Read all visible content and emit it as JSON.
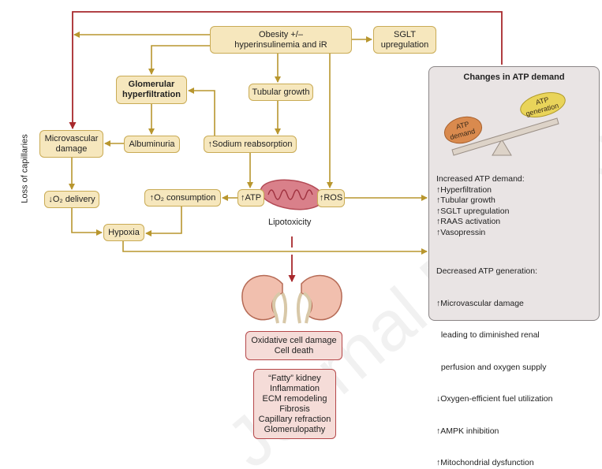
{
  "watermark": "Journal Pre-proof",
  "colors": {
    "arrow": "#b8962e",
    "red_arrow": "#a8282c",
    "box_fill": "#f6e7bd",
    "box_border": "#c9ab55",
    "pink_fill": "#f5dcd8",
    "pink_border": "#b5484a",
    "panel_fill": "#e9e4e4"
  },
  "nodes": {
    "obesity": [
      "Obesity +/–",
      "hyperinsulinemia and iR"
    ],
    "sglt": [
      "SGLT",
      "upregulation"
    ],
    "glomerular": [
      "Glomerular",
      "hyperfiltration"
    ],
    "tubular": "Tubular growth",
    "sodium": "↑Sodium reabsorption",
    "albuminuria": "Albuminuria",
    "microvascular": [
      "Microvascular",
      "damage"
    ],
    "o2_delivery": "↓O₂ delivery",
    "o2_consumption": "↑O₂ consumption",
    "atp": "↑ATP",
    "ros": "↑ROS",
    "hypoxia": "Hypoxia",
    "lipotoxicity": "Lipotoxicity",
    "loss_capillaries": "Loss of capillaries",
    "oxidative": [
      "Oxidative cell damage",
      "Cell death"
    ],
    "outcomes": [
      "“Fatty” kidney",
      "Inflammation",
      "ECM remodeling",
      "Fibrosis",
      "Capillary refraction",
      "Glomerulopathy"
    ]
  },
  "panel": {
    "title": "Changes in ATP demand",
    "seesaw_left": [
      "ATP",
      "demand"
    ],
    "seesaw_right": [
      "ATP",
      "generation"
    ],
    "increased_title": "Increased ATP demand:",
    "increased": [
      "↑Hyperfiltration",
      "↑Tubular growth",
      "↑SGLT upregulation",
      "↑RAAS activation",
      "↑Vasopressin"
    ],
    "decreased_title": "Decreased ATP generation:",
    "decreased": [
      "↑Microvascular damage",
      "  leading to diminished renal",
      "  perfusion and oxygen supply",
      "↓Oxygen-efficient fuel utilization",
      "↑AMPK inhibition",
      "↑Mitochondrial dysfunction"
    ]
  }
}
